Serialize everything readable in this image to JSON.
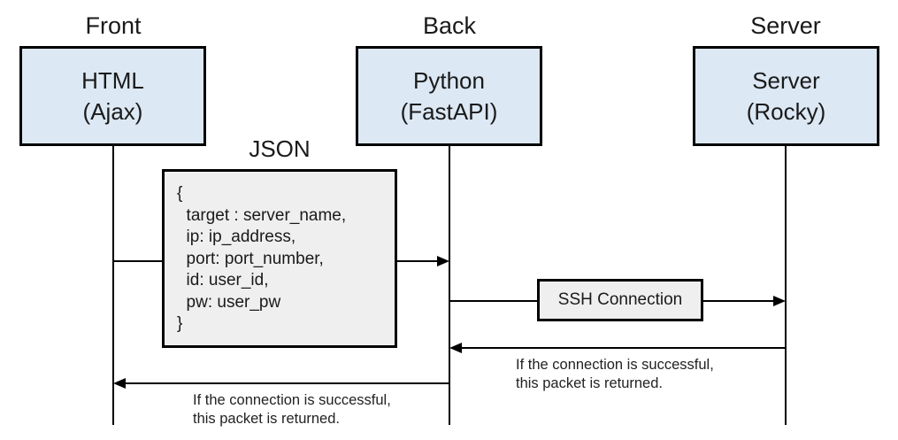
{
  "diagram": {
    "actors": [
      {
        "title": "Front",
        "line1": "HTML",
        "line2": "(Ajax)"
      },
      {
        "title": "Back",
        "line1": "Python",
        "line2": "(FastAPI)"
      },
      {
        "title": "Server",
        "line1": "Server",
        "line2": "(Rocky)"
      }
    ],
    "json_note": {
      "title": "JSON",
      "lines": [
        "{",
        "  target : server_name,",
        "  ip: ip_address,",
        "  port: port_number,",
        "  id: user_id,",
        "  pw: user_pw",
        "}"
      ]
    },
    "ssh_label": "SSH Connection",
    "server_to_back_note": {
      "line1": "If the connection is successful,",
      "line2": "this packet is returned."
    },
    "back_to_front_note": {
      "line1": "If the connection is successful,",
      "line2": "this packet is returned."
    },
    "colors": {
      "actor_fill": "#dce8f4",
      "note_fill": "#efefef",
      "border": "#000000"
    }
  }
}
